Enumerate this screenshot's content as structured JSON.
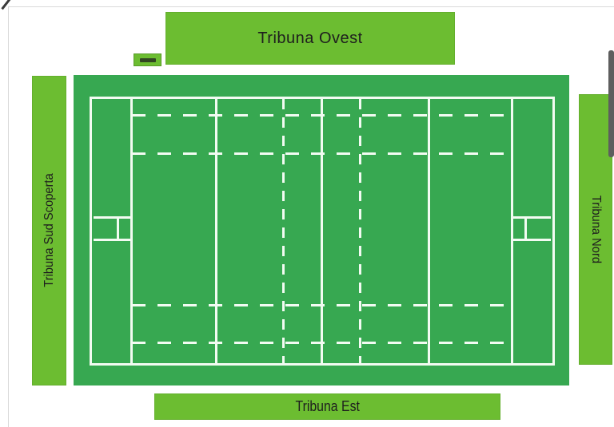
{
  "colors": {
    "stand_green": "#6cbd31",
    "field_green": "#37a851",
    "pitch_line": "#f2fbf2",
    "label_text": "#1e1e1e",
    "border_gray": "#d9d9d9",
    "scrollbar_thumb": "#5e5e5e"
  },
  "stands": {
    "west": {
      "label": "Tribuna Ovest"
    },
    "east": {
      "label": "Tribuna Est"
    },
    "south": {
      "label": "Tribuna Sud Scoperta"
    },
    "north": {
      "label": "Tribuna Nord"
    }
  },
  "badge": {
    "label": ""
  }
}
